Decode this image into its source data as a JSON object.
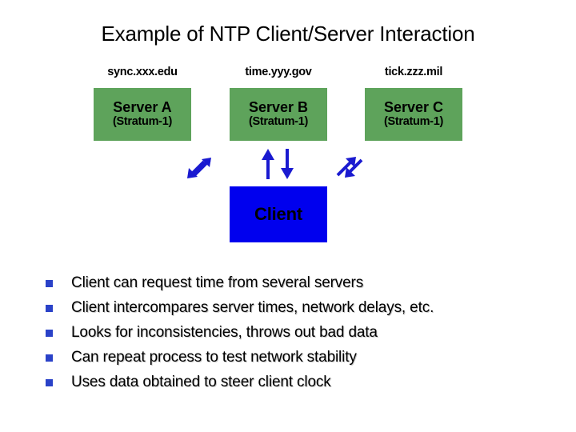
{
  "slide": {
    "title": "Example of NTP Client/Server Interaction",
    "background_color": "#ffffff"
  },
  "diagram": {
    "server_box_color": "#5ea35b",
    "client_box_color": "#0000ee",
    "arrow_color": "#1a1ad0",
    "servers": [
      {
        "host": "sync.xxx.edu",
        "name": "Server A",
        "stratum": "(Stratum-1)"
      },
      {
        "host": "time.yyy.gov",
        "name": "Server B",
        "stratum": "(Stratum-1)"
      },
      {
        "host": "tick.zzz.mil",
        "name": "Server C",
        "stratum": "(Stratum-1)"
      }
    ],
    "client": {
      "label": "Client"
    },
    "arrow_groups": [
      {
        "name": "server-a-client-exchange",
        "icons": [
          "arrow-up-right-icon",
          "arrow-down-left-icon"
        ]
      },
      {
        "name": "server-b-client-exchange",
        "icons": [
          "arrow-up-icon",
          "arrow-down-icon"
        ]
      },
      {
        "name": "server-c-client-exchange",
        "icons": [
          "arrow-up-right-icon",
          "arrow-down-right-icon"
        ]
      }
    ]
  },
  "bullets": {
    "marker_color": "#2a42c8",
    "items": [
      {
        "text": "Client can request time from several servers"
      },
      {
        "text": "Client intercompares server times, network delays, etc."
      },
      {
        "text": "Looks for inconsistencies, throws out bad data"
      },
      {
        "text": "Can repeat process to test network stability"
      },
      {
        "text": "Uses data obtained to steer client clock"
      }
    ]
  }
}
